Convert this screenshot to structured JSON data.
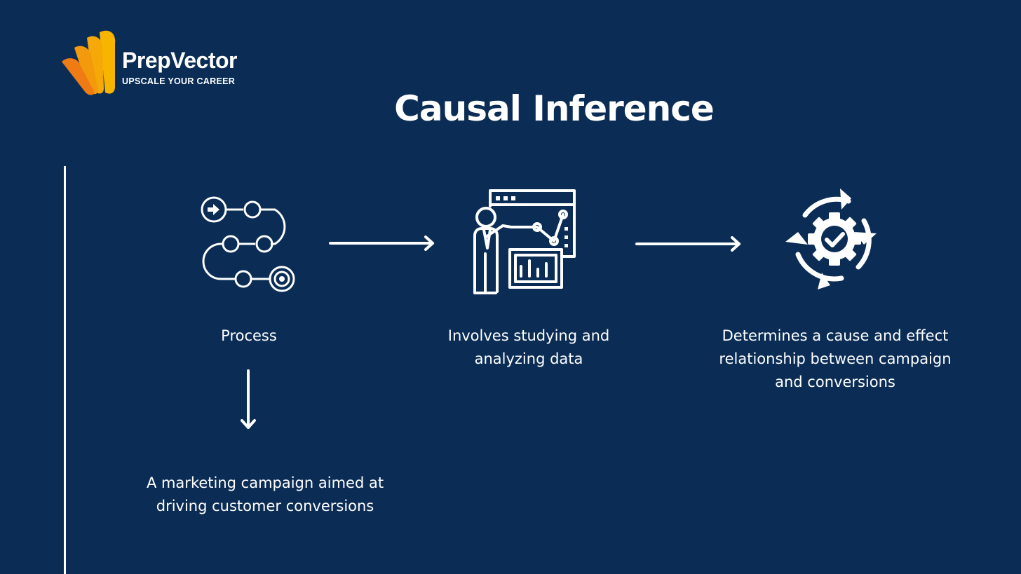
{
  "brand": {
    "name": "PrepVector",
    "tagline": "UPSCALE YOUR CAREER",
    "logo_colors": [
      "#f7b500",
      "#f39a0c",
      "#ef7b14"
    ]
  },
  "title": "Causal Inference",
  "steps": [
    {
      "icon": "process-path-icon",
      "label": "Process"
    },
    {
      "icon": "data-analyst-presentation-icon",
      "label": "Involves studying and analyzing data"
    },
    {
      "icon": "gear-checkmark-cycle-icon",
      "label": "Determines a cause and effect relationship between campaign and conversions"
    }
  ],
  "sub_step": {
    "label": "A marketing campaign aimed at driving customer conversions"
  },
  "colors": {
    "background": "#0b2d55",
    "foreground": "#ffffff"
  }
}
